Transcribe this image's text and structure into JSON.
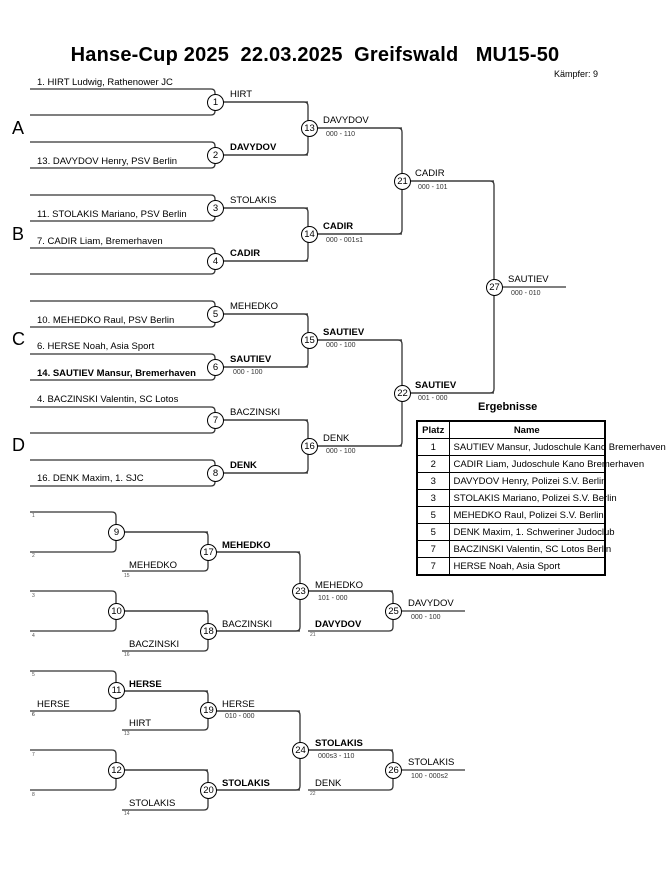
{
  "header": {
    "title": "Hanse-Cup 2025  22.03.2025  Greifswald   MU15-50",
    "fighter_count": "Kämpfer: 9"
  },
  "pools": [
    "A",
    "B",
    "C",
    "D"
  ],
  "entries": [
    {
      "text": "1. HIRT Ludwig, Rathenower JC",
      "bold": false
    },
    {
      "text": "13. DAVYDOV Henry, PSV Berlin",
      "bold": false
    },
    {
      "text": "11. STOLAKIS Mariano, PSV Berlin",
      "bold": false
    },
    {
      "text": "7. CADIR Liam, Bremerhaven",
      "bold": false
    },
    {
      "text": "10. MEHEDKO Raul, PSV Berlin",
      "bold": false
    },
    {
      "text": "6. HERSE Noah, Asia Sport",
      "bold": false
    },
    {
      "text": "14. SAUTIEV Mansur, Bremerhaven",
      "bold": true
    },
    {
      "text": "4. BACZINSKI Valentin, SC Lotos",
      "bold": false
    },
    {
      "text": "16. DENK Maxim, 1. SJC",
      "bold": false
    }
  ],
  "matches": {
    "m1": {
      "num": "1",
      "winner": "HIRT",
      "bold": false,
      "score": ""
    },
    "m2": {
      "num": "2",
      "winner": "DAVYDOV",
      "bold": true,
      "score": ""
    },
    "m3": {
      "num": "3",
      "winner": "STOLAKIS",
      "bold": false,
      "score": ""
    },
    "m4": {
      "num": "4",
      "winner": "CADIR",
      "bold": true,
      "score": ""
    },
    "m5": {
      "num": "5",
      "winner": "MEHEDKO",
      "bold": false,
      "score": ""
    },
    "m6": {
      "num": "6",
      "winner": "SAUTIEV",
      "bold": true,
      "score": "000 - 100"
    },
    "m7": {
      "num": "7",
      "winner": "BACZINSKI",
      "bold": false,
      "score": ""
    },
    "m8": {
      "num": "8",
      "winner": "DENK",
      "bold": true,
      "score": ""
    },
    "m13": {
      "num": "13",
      "winner": "DAVYDOV",
      "bold": false,
      "score": "000 - 110"
    },
    "m14": {
      "num": "14",
      "winner": "CADIR",
      "bold": true,
      "score": "000 - 001s1"
    },
    "m15": {
      "num": "15",
      "winner": "SAUTIEV",
      "bold": true,
      "score": "000 - 100"
    },
    "m16": {
      "num": "16",
      "winner": "DENK",
      "bold": false,
      "score": "000 - 100"
    },
    "m21": {
      "num": "21",
      "winner": "CADIR",
      "bold": false,
      "score": "000 - 101"
    },
    "m22": {
      "num": "22",
      "winner": "SAUTIEV",
      "bold": true,
      "score": "001 - 000"
    },
    "m27": {
      "num": "27",
      "winner": "SAUTIEV",
      "bold": false,
      "score": "000 - 010"
    },
    "m9": {
      "num": "9"
    },
    "m10": {
      "num": "10"
    },
    "m11": {
      "num": "11",
      "winner": "HERSE",
      "bold": true
    },
    "m12": {
      "num": "12"
    },
    "m17": {
      "num": "17",
      "winner": "MEHEDKO",
      "bold": true
    },
    "m18": {
      "num": "18",
      "winner": "BACZINSKI",
      "bold": false
    },
    "m19": {
      "num": "19",
      "winner": "HERSE",
      "bold": false,
      "score": "010 - 000"
    },
    "m20": {
      "num": "20",
      "winner": "STOLAKIS",
      "bold": true
    },
    "m23": {
      "num": "23",
      "winner": "MEHEDKO",
      "bold": false,
      "score": "101 - 000"
    },
    "m24": {
      "num": "24",
      "winner": "STOLAKIS",
      "bold": true,
      "score": "000s3 - 110"
    },
    "m25": {
      "num": "25",
      "winner": "DAVYDOV",
      "bold": false,
      "score": "000 - 100"
    },
    "m26": {
      "num": "26",
      "winner": "STOLAKIS",
      "bold": false,
      "score": "100 - 000s2"
    }
  },
  "repechage": {
    "slots": [
      "1",
      "2",
      "3",
      "4",
      "5",
      "6",
      "7",
      "8"
    ],
    "r9_lower": {
      "name": "MEHEDKO",
      "ref": "15"
    },
    "r10_lower": {
      "name": "BACZINSKI",
      "ref": "16"
    },
    "r11_lower": {
      "name": "HERSE",
      "ref": "6"
    },
    "r19_lower": {
      "name": "HIRT",
      "ref": "13"
    },
    "r20_lower": {
      "name": "STOLAKIS",
      "ref": "14"
    },
    "r23_lower": {
      "name": "DAVYDOV",
      "ref": "21"
    },
    "r24_lower": {
      "name": "DENK",
      "ref": "22"
    }
  },
  "results": {
    "title": "Ergebnisse",
    "headers": [
      "Platz",
      "Name"
    ],
    "rows": [
      {
        "place": "1",
        "name": "SAUTIEV Mansur, Judoschule Kano Bremerhaven"
      },
      {
        "place": "2",
        "name": "CADIR Liam, Judoschule Kano Bremerhaven"
      },
      {
        "place": "3",
        "name": "DAVYDOV Henry, Polizei S.V. Berlin"
      },
      {
        "place": "3",
        "name": "STOLAKIS Mariano, Polizei S.V. Berlin"
      },
      {
        "place": "5",
        "name": "MEHEDKO Raul, Polizei S.V. Berlin"
      },
      {
        "place": "5",
        "name": "DENK Maxim, 1. Schweriner Judoclub"
      },
      {
        "place": "7",
        "name": "BACZINSKI Valentin, SC Lotos Berlin"
      },
      {
        "place": "7",
        "name": "HERSE Noah, Asia Sport"
      }
    ]
  }
}
